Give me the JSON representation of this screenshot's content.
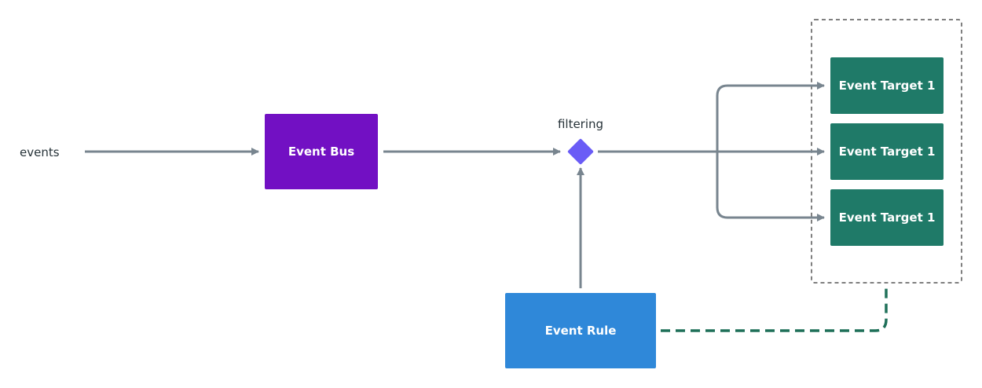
{
  "labels": {
    "events": "events",
    "filtering": "filtering"
  },
  "nodes": {
    "event_bus": "Event Bus",
    "event_rule": "Event Rule",
    "targets": [
      "Event Target 1",
      "Event Target 1",
      "Event Target 1"
    ]
  },
  "colors": {
    "event_bus": "#7210c3",
    "event_rule": "#2f88d9",
    "target": "#1f7a68",
    "filter_diamond": "#6a5cf6",
    "arrow": "#78858f",
    "dashed_link": "#1f7059",
    "group_border": "#555555"
  }
}
